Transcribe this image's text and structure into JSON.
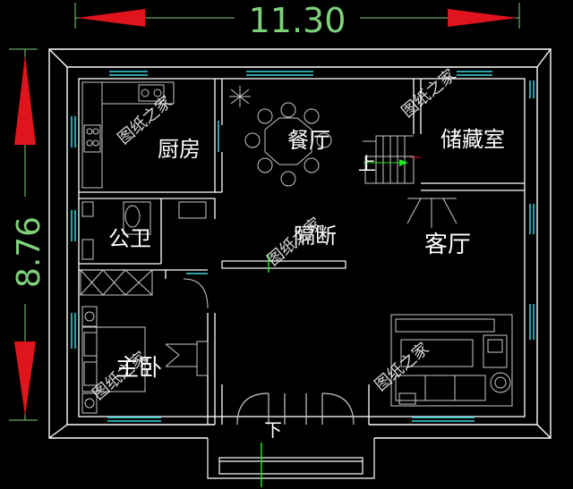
{
  "dimensions": {
    "width": "11.30",
    "height": "8.76"
  },
  "rooms": {
    "kitchen": "厨房",
    "dining": "餐厅",
    "storage": "储藏室",
    "partition": "隔断",
    "living": "客厅",
    "bathroom": "公卫",
    "master_bedroom": "主卧"
  },
  "annotations": {
    "stair_up": "上",
    "entry_down": "下"
  },
  "watermark": "图纸之家",
  "colors": {
    "background": "#000000",
    "wall": "#ffffff",
    "window": "#3fd6e0",
    "dimension": "#7fd17a",
    "arrow": "#e0141c",
    "furniture": "#c8c8c8",
    "accent_green": "#22e022"
  }
}
